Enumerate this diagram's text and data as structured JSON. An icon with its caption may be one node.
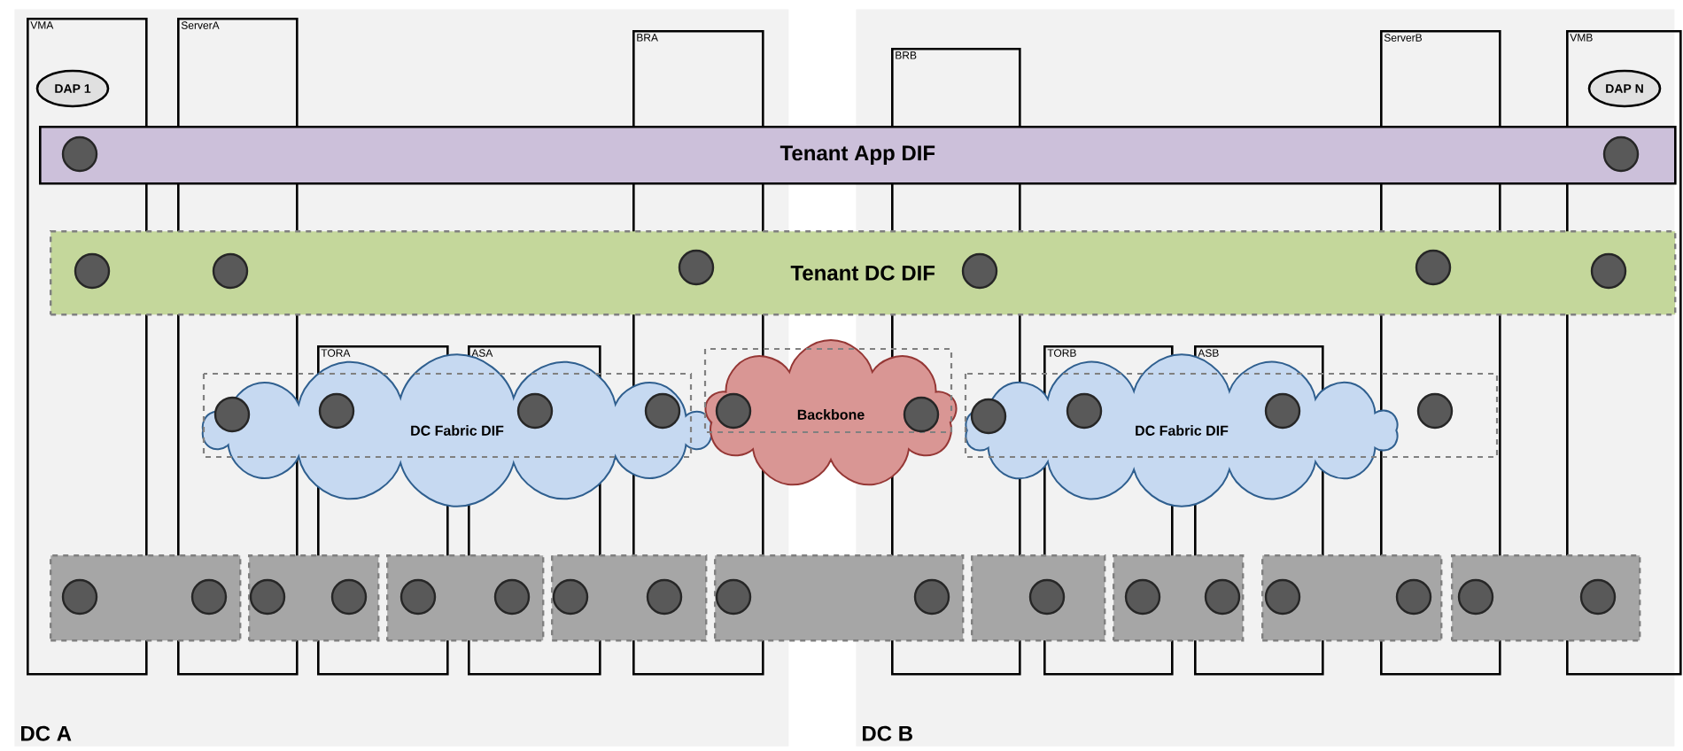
{
  "diagram": {
    "nodes": [
      {
        "text": [
          "DC A"
        ]
      },
      {
        "text": [
          "DC B"
        ]
      },
      {
        "text": [
          "VMA"
        ],
        "in": 0
      },
      {
        "text": [
          "DAP 1"
        ],
        "in": 2
      },
      {
        "text": [
          "ServerA"
        ],
        "in": 0
      },
      {
        "text": [
          "TORA"
        ],
        "in": 0
      },
      {
        "text": [
          "ASA"
        ],
        "in": 0
      },
      {
        "text": [
          "BRA"
        ],
        "in": 0
      },
      {
        "text": [
          "BRB"
        ],
        "in": 1
      },
      {
        "text": [
          "TORB"
        ],
        "in": 1
      },
      {
        "text": [
          "ASB"
        ],
        "in": 1
      },
      {
        "text": [
          "ServerB"
        ],
        "in": 1
      },
      {
        "text": [
          "VMB"
        ],
        "in": 1
      },
      {
        "text": [
          "DAP N"
        ],
        "in": 12
      },
      {
        "text": [
          "Tenant App DIF"
        ]
      },
      {
        "text": [
          "Tenant DC DIF"
        ]
      },
      {
        "text": [
          "DC Fabric DIF"
        ],
        "in": 0
      },
      {
        "text": [
          "Backbone"
        ]
      },
      {
        "text": [
          "DC Fabric DIF"
        ],
        "in": 1
      },
      {
        "text": [],
        "shape": "box",
        "in": 0
      },
      {
        "text": [],
        "shape": "box",
        "in": 0
      },
      {
        "text": [],
        "shape": "box",
        "in": 0
      },
      {
        "text": [],
        "shape": "box",
        "in": 0
      },
      {
        "text": [],
        "shape": "box"
      },
      {
        "text": [],
        "shape": "box",
        "in": 1
      },
      {
        "text": [],
        "shape": "box",
        "in": 1
      },
      {
        "text": [],
        "shape": "box",
        "in": 1
      },
      {
        "text": [],
        "shape": "box",
        "in": 1
      }
    ]
  }
}
